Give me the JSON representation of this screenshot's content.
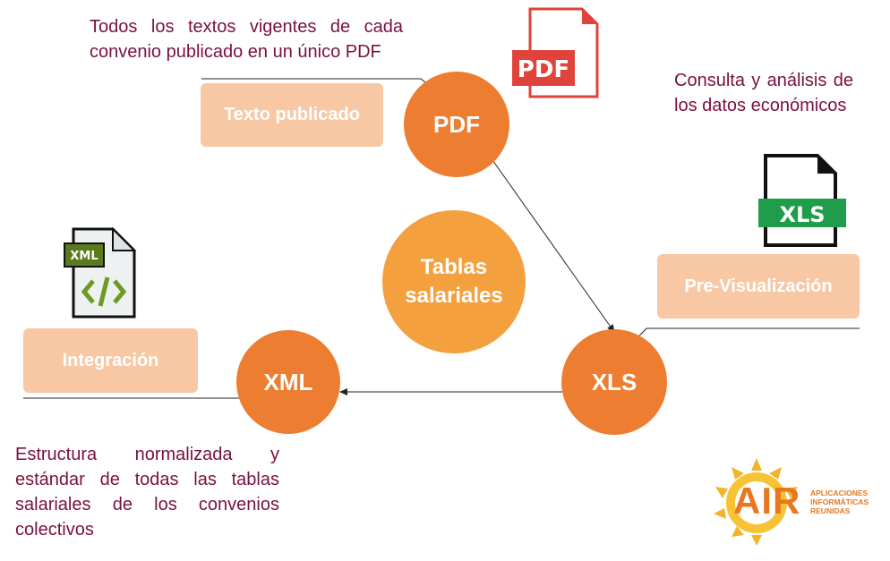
{
  "pdf_node": {
    "title": "PDF",
    "label": "Texto publicado",
    "description": "Todos los textos vigentes de cada convenio publicado en un único PDF",
    "icon_text": "PDF"
  },
  "xls_node": {
    "title": "XLS",
    "label": "Pre-Visualización",
    "description": "Consulta y análisis de los datos económicos",
    "icon_text": "XLS"
  },
  "xml_node": {
    "title": "XML",
    "label": "Integración",
    "description": "Estructura normalizada y estándar de todas las tablas salariales de los convenios colectivos",
    "icon_text": "XML"
  },
  "center_node": {
    "line1": "Tablas",
    "line2": "salariales"
  },
  "logo": {
    "name": "AIR",
    "line1": "APLICACIONES",
    "line2": "INFORMÁTICAS",
    "line3": "REUNIDAS"
  },
  "colors": {
    "node": "#ed7d31",
    "center": "#f5a03f",
    "label_box": "#f8c8a4",
    "description_text": "#7a1040",
    "pdf_icon": "#e0433a",
    "xls_icon": "#1f9d4a",
    "logo": "#f0a020"
  }
}
